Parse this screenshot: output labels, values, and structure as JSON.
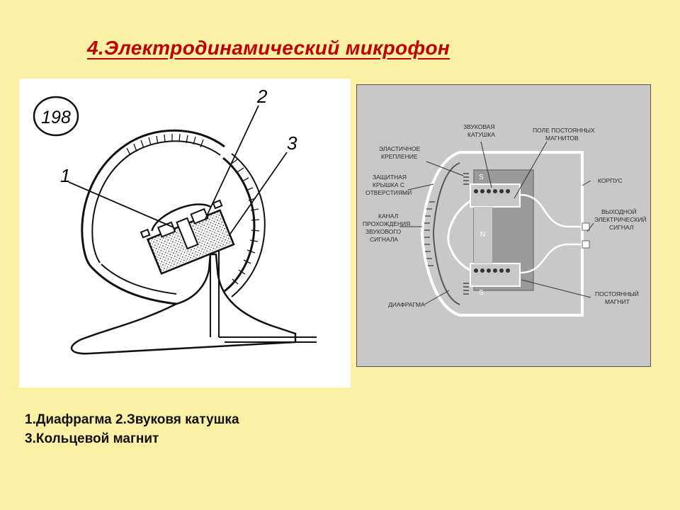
{
  "title": "4.Электродинамический  микрофон",
  "left_figure": {
    "figure_number": "198",
    "callouts": [
      "1",
      "2",
      "3"
    ]
  },
  "right_figure": {
    "labels": {
      "voice_coil": [
        "ЗВУКОВАЯ",
        "КАТУШКА"
      ],
      "magnet_field": [
        "ПОЛЕ ПОСТОЯННЫХ",
        "МАГНИТОВ"
      ],
      "elastic_mount": [
        "ЭЛАСТИЧНОЕ",
        "КРЕПЛЕНИЕ"
      ],
      "protective_cover": [
        "ЗАЩИТНАЯ",
        "КРЫШКА С",
        "ОТВЕРСТИЯМИ"
      ],
      "housing": "КОРПУС",
      "sound_channel": [
        "КАНАЛ",
        "ПРОХОЖДЕНИЯ",
        "ЗВУКОВОГО",
        "СИГНАЛА"
      ],
      "output_signal": [
        "ВЫХОДНОЙ",
        "ЭЛЕКТРИЧЕСКИЙ",
        "СИГНАЛ"
      ],
      "diaphragm": "ДИАФРАГМА",
      "permanent_magnet": [
        "ПОСТОЯННЫЙ",
        "МАГНИТ"
      ],
      "pole_s": "S",
      "pole_n": "N"
    }
  },
  "caption": {
    "line1": "1.Диафрагма 2.Звуковя катушка",
    "line2": "3.Кольцевой  магнит"
  }
}
